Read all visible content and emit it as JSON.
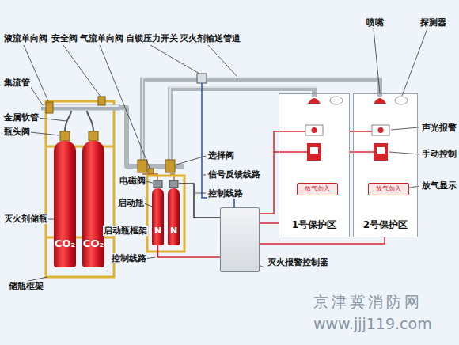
{
  "diagram": {
    "nodes": [
      {
        "text": [
          "CO₂"
        ]
      },
      {
        "text": [
          "CO₂"
        ]
      },
      {
        "text": [
          "N"
        ]
      },
      {
        "text": [
          "N"
        ]
      },
      {
        "text": [
          "灭火报警控制器"
        ]
      },
      {
        "text": [
          "1号保护区"
        ]
      },
      {
        "text": [
          "2号保护区"
        ]
      },
      {
        "text": [
          "放气勿入"
        ],
        "in": 5
      },
      {
        "text": [
          "放气勿入"
        ],
        "in": 6
      }
    ],
    "edges": [
      {
        "from": 4,
        "to": 5,
        "arrow": "none"
      },
      {
        "from": 4,
        "to": 6,
        "arrow": "none"
      },
      {
        "from": 4,
        "to": 2,
        "arrow": "none"
      }
    ],
    "labels": [
      "液流单向阀",
      "安全阀",
      "气流单向阀",
      "自锁压力开关",
      "灭火剂输送管道",
      "喷嘴",
      "探测器",
      "集流管",
      "金属软管",
      "瓶头阀",
      "电磁阀",
      "选择阀",
      "信号反馈线路",
      "控制线路",
      "启动瓶",
      "灭火剂储瓶",
      "启动瓶框架",
      "储瓶框架",
      "控制线路",
      "声光报警",
      "手动控制",
      "放气显示",
      "京津冀消防网",
      "www.jjj119.com"
    ]
  }
}
